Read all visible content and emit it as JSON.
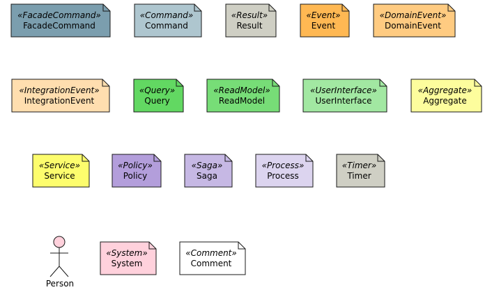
{
  "nodes": [
    {
      "stereotype": "«FacadeCommand»",
      "name": "FacadeCommand",
      "fill": "#7B9EAE"
    },
    {
      "stereotype": "«Command»",
      "name": "Command",
      "fill": "#AEC6CF"
    },
    {
      "stereotype": "«Result»",
      "name": "Result",
      "fill": "#CFCFC4"
    },
    {
      "stereotype": "«Event»",
      "name": "Event",
      "fill": "#FFB853"
    },
    {
      "stereotype": "«DomainEvent»",
      "name": "DomainEvent",
      "fill": "#FFCB81"
    },
    {
      "stereotype": "«IntegrationEvent»",
      "name": "IntegrationEvent",
      "fill": "#FFDEAF"
    },
    {
      "stereotype": "«Query»",
      "name": "Query",
      "fill": "#62D862"
    },
    {
      "stereotype": "«ReadModel»",
      "name": "ReadModel",
      "fill": "#77DD77"
    },
    {
      "stereotype": "«UserInterface»",
      "name": "UserInterface",
      "fill": "#A2E8A2"
    },
    {
      "stereotype": "«Aggregate»",
      "name": "Aggregate",
      "fill": "#FDFD9D"
    },
    {
      "stereotype": "«Service»",
      "name": "Service",
      "fill": "#FDFD6D"
    },
    {
      "stereotype": "«Policy»",
      "name": "Policy",
      "fill": "#B39EDB"
    },
    {
      "stereotype": "«Saga»",
      "name": "Saga",
      "fill": "#C6B8E4"
    },
    {
      "stereotype": "«Process»",
      "name": "Process",
      "fill": "#DCD4EF"
    },
    {
      "stereotype": "«Timer»",
      "name": "Timer",
      "fill": "#CFCFC4"
    },
    {
      "stereotype": "«System»",
      "name": "System",
      "fill": "#FFD1DC"
    },
    {
      "stereotype": "«Comment»",
      "name": "Comment",
      "fill": "#FFFFFF"
    }
  ],
  "actor": {
    "name": "Person",
    "fill": "#FFD1DC"
  }
}
